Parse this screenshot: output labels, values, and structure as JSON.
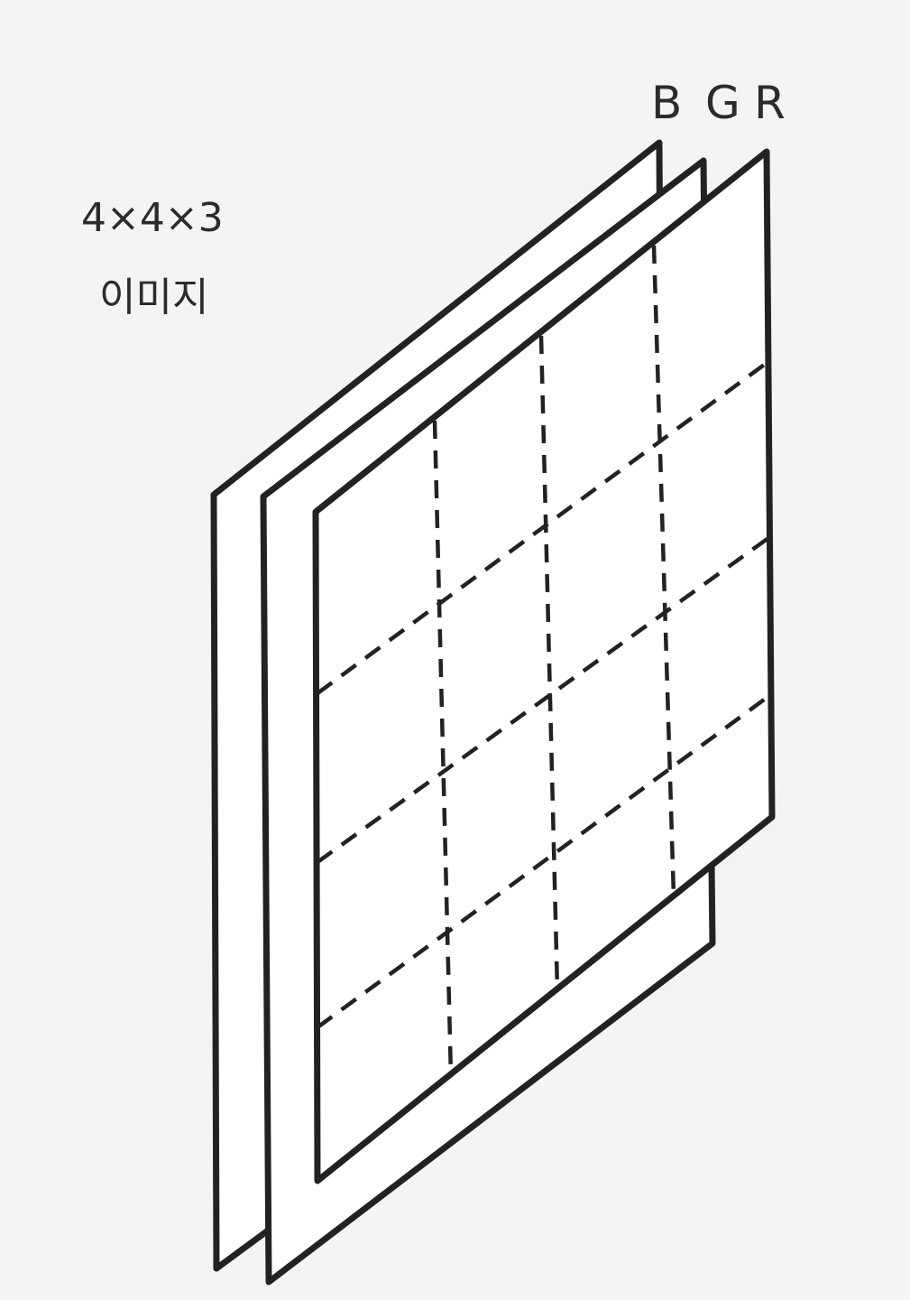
{
  "caption": {
    "line1": "4×4×3",
    "line2": "이미지"
  },
  "channels": [
    {
      "label": "B"
    },
    {
      "label": "G"
    },
    {
      "label": "R"
    }
  ],
  "grid": {
    "rows": 4,
    "cols": 4
  },
  "colors": {
    "ink": "#222222",
    "paper": "#ffffff",
    "background": "#f4f4f2"
  }
}
